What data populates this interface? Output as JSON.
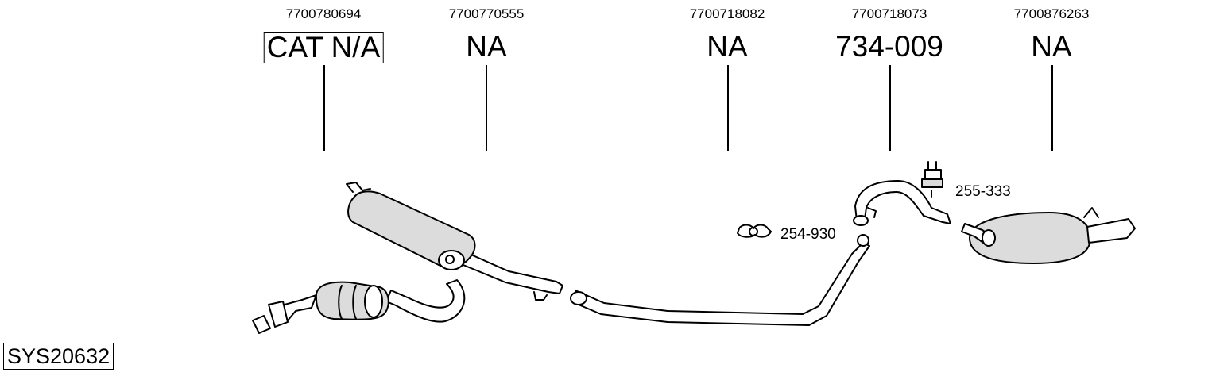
{
  "parts": [
    {
      "oem": "7700780694",
      "label": "CAT N/A",
      "boxed": true
    },
    {
      "oem": "7700770555",
      "label": "NA",
      "boxed": false
    },
    {
      "oem": "7700718082",
      "label": "NA",
      "boxed": false
    },
    {
      "oem": "7700718073",
      "label": "734-009",
      "boxed": false
    },
    {
      "oem": "7700876263",
      "label": "NA",
      "boxed": false
    }
  ],
  "accessories": [
    {
      "label": "254-930",
      "icon": "clamp-icon"
    },
    {
      "label": "255-333",
      "icon": "rubber-mount-icon"
    }
  ],
  "system_code": "SYS20632"
}
